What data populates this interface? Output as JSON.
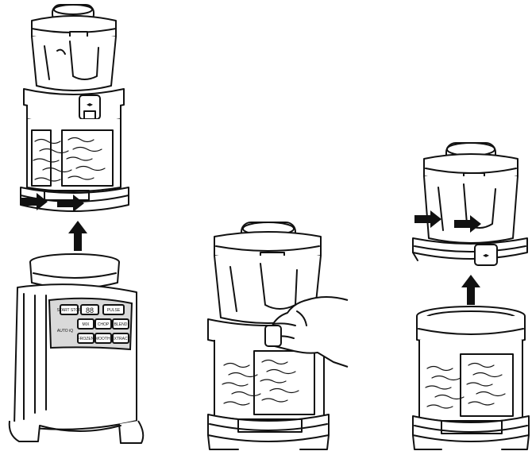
{
  "colors": {
    "line": "#111111",
    "panel": "#d9d9d9",
    "background": "#ffffff"
  },
  "control_panel": {
    "buttons": {
      "start_stop": "START STOP",
      "display": "88",
      "pulse": "PULSE",
      "mix": "MIX",
      "chop": "CHOP",
      "blend": "BLEND",
      "auto_iq": "AUTO iQ",
      "frozen": "FROZEN",
      "smoothie": "SMOOTHIE",
      "extract": "EXTRACT"
    }
  },
  "icons": {
    "arrows": [
      "right-arrow-icon",
      "up-arrow-icon"
    ],
    "unlock_tab": "unlock-arrows-icon"
  }
}
